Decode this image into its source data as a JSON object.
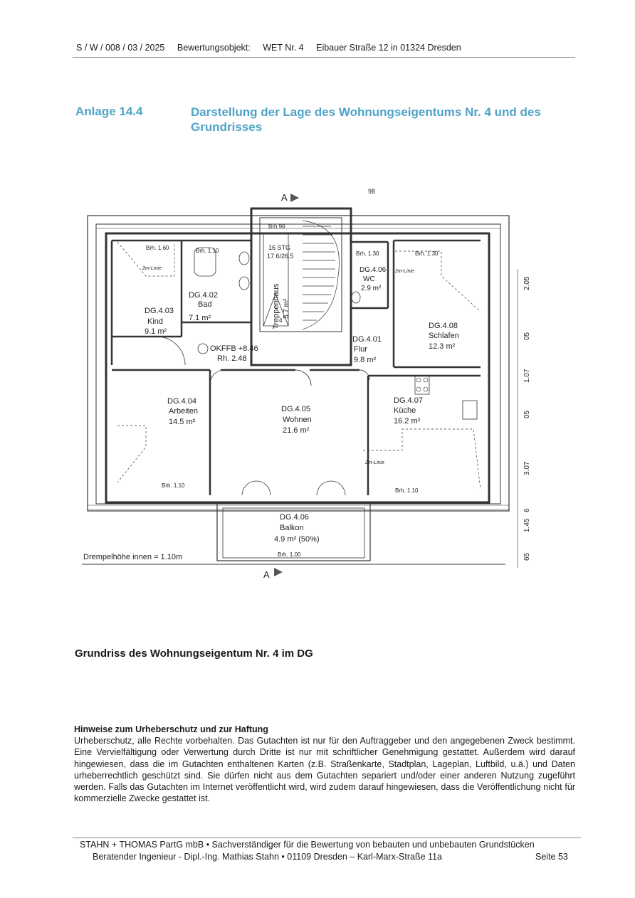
{
  "header": {
    "ref": "S / W / 008 / 03 / 2025",
    "object_label": "Bewertungsobjekt:",
    "object_value": "WET Nr. 4",
    "address": "Eibauer Straße 12 in 01324 Dresden"
  },
  "section": {
    "number": "Anlage 14.4",
    "title": "Darstellung der Lage des Wohnungseigentums Nr. 4 und des Grundrisses"
  },
  "floorplan": {
    "section_marker": "A",
    "rooms": [
      {
        "id": "DG.4.03",
        "name": "Kind",
        "area": "9.1 m²"
      },
      {
        "id": "DG.4.02",
        "name": "Bad",
        "area": "7.1 m²"
      },
      {
        "id": "DG.4.04",
        "name": "Arbeiten",
        "area": "14.5 m²"
      },
      {
        "id": "DG.4.05",
        "name": "Wohnen",
        "area": "21.6 m²"
      },
      {
        "id": "DG.4.07",
        "name": "Küche",
        "area": "16.2 m²"
      },
      {
        "id": "DG.4.08",
        "name": "Schlafen",
        "area": "12.3 m²"
      },
      {
        "id": "DG.4.01",
        "name": "Flur",
        "area": "9.8 m²"
      },
      {
        "id": "DG.4.06",
        "name": "WC",
        "area": "2.9 m²"
      },
      {
        "id": "DG.4.06",
        "name": "Balkon",
        "area": "4.9 m² (50%)"
      }
    ],
    "stair": {
      "label": "Treppenhaus",
      "area": "5.7 m²",
      "steps": "16 STG",
      "ratio": "17.6/26.5",
      "number": "4"
    },
    "okffb": "OKFFB +8.46",
    "rh": "Rh. 2.48",
    "brh_labels": [
      "Brh. 1.60",
      "Brh. 1.10",
      "Brh. 1.30",
      "Brh. 1.30",
      "Brh. 1.10",
      "Brh. 1.10",
      "Brh. 1.00",
      "Brh.96"
    ],
    "zwei_linie": "2m-Linie",
    "drempel": "Drempelhöhe innen = 1.10m",
    "dims": [
      "65",
      "1.45",
      "6",
      "3.07",
      "05",
      "1.07",
      "05",
      "2.05"
    ],
    "top_mark": "98"
  },
  "caption": "Grundriss des Wohnungseigentum Nr. 4 im DG",
  "notice": {
    "heading": "Hinweise zum Urheberschutz und zur Haftung",
    "text": "Urheberschutz, alle Rechte vorbehalten. Das Gutachten ist nur für den Auftraggeber und den angegebenen Zweck bestimmt. Eine Vervielfältigung oder Verwertung durch Dritte ist nur mit schriftlicher Genehmigung gestattet. Außerdem wird darauf hingewiesen, dass die im Gutachten enthaltenen Karten (z.B. Straßenkarte, Stadtplan, Lageplan, Luftbild, u.ä.) und Daten urheberrechtlich geschützt sind. Sie dürfen nicht aus dem Gutachten separiert und/oder einer anderen Nutzung zugeführt werden. Falls das Gutachten im Internet veröffentlicht wird, wird zudem darauf hingewiesen, dass die Veröffentlichung nicht für kommerzielle Zwecke gestattet ist."
  },
  "footer": {
    "line1": "STAHN + THOMAS PartG mbB  •  Sachverständiger für die Bewertung von bebauten und unbebauten Grundstücken",
    "line2": "Beratender Ingenieur - Dipl.-Ing. Mathias Stahn  •  01109 Dresden – Karl-Marx-Straße 11a",
    "page": "Seite 53"
  }
}
